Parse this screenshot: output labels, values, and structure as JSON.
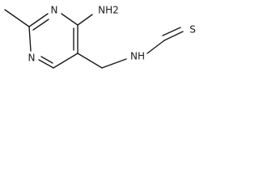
{
  "molecule": {
    "atoms": {
      "n_ring_top": "N",
      "n_ring_bottom": "N",
      "nh2": "NH2",
      "nh": "NH",
      "s": "S"
    }
  },
  "colors": {
    "bond": "#1a1a1a",
    "background": "#ffffff"
  }
}
